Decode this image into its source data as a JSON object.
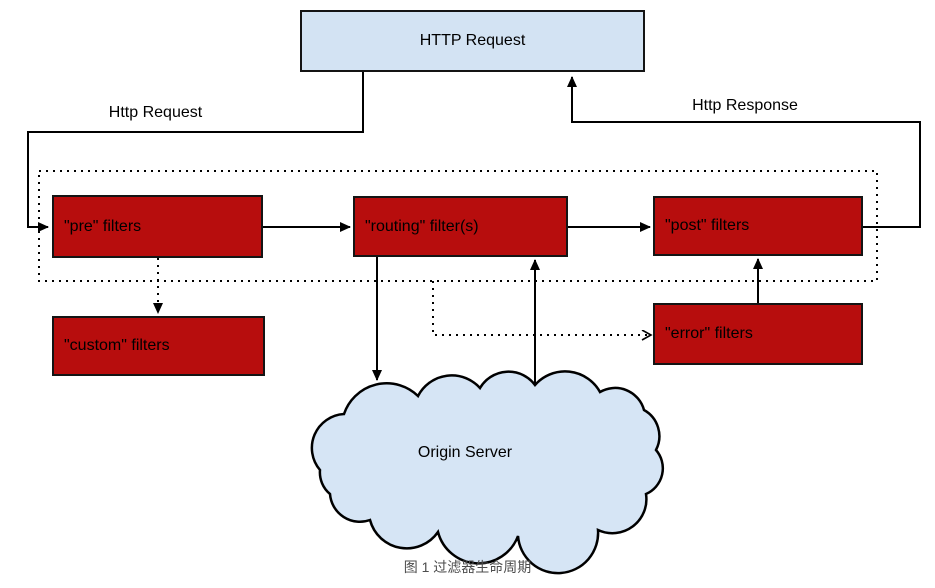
{
  "diagram": {
    "title_box": {
      "label": "HTTP Request"
    },
    "edge_labels": {
      "request": "Http Request",
      "response": "Http Response"
    },
    "filter_boxes": {
      "pre": {
        "label": "\"pre\" filters"
      },
      "routing": {
        "label": "\"routing\" filter(s)"
      },
      "post": {
        "label": "\"post\" filters"
      },
      "custom": {
        "label": "\"custom\" filters"
      },
      "error": {
        "label": "\"error\" filters"
      }
    },
    "origin_server": {
      "label": "Origin Server"
    },
    "caption": "图 1  过滤器生命周期",
    "colors": {
      "filter_box_red": "#b70d0d",
      "request_box_blue": "#d3e3f3",
      "cloud_blue": "#d6e5f5",
      "line_black": "#000000",
      "caption_gray": "#4d4d4d"
    }
  }
}
